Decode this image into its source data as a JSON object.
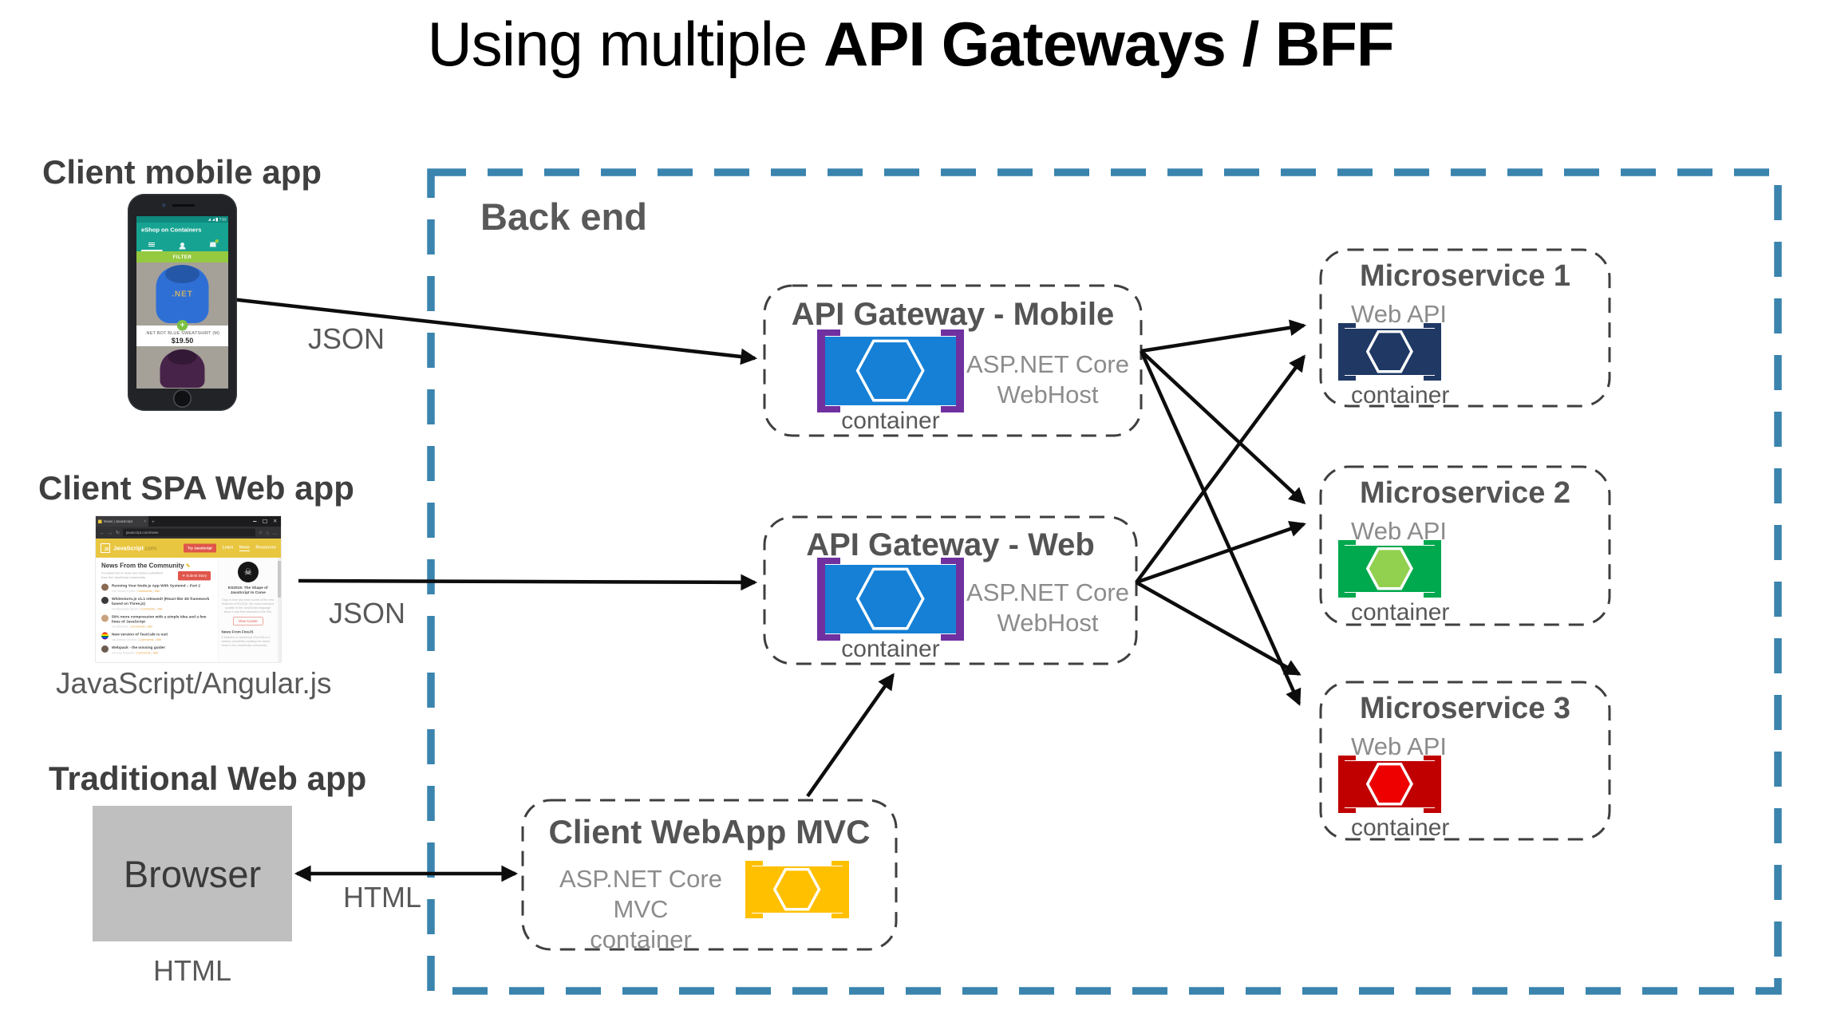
{
  "title": {
    "regular": "Using multiple ",
    "bold": "API Gateways / BFF"
  },
  "labels": {
    "client_mobile": "Client mobile app",
    "client_spa": "Client SPA Web app",
    "client_traditional": "Traditional Web app",
    "spa_caption": "JavaScript/Angular.js",
    "traditional_box": "Browser",
    "traditional_caption": "HTML",
    "backend": "Back end",
    "json_mobile": "JSON",
    "json_spa": "JSON",
    "html_arrow": "HTML"
  },
  "gateways": [
    {
      "title": "API Gateway - Mobile",
      "runtime_line1": "ASP.NET Core",
      "runtime_line2": "WebHost",
      "container_label": "container"
    },
    {
      "title": "API Gateway - Web",
      "runtime_line1": "ASP.NET Core",
      "runtime_line2": "WebHost",
      "container_label": "container"
    }
  ],
  "mvc": {
    "title": "Client WebApp MVC",
    "runtime_line1": "ASP.NET Core MVC",
    "runtime_line2": "container"
  },
  "microservices": [
    {
      "title": "Microservice 1",
      "subtitle": "Web API",
      "container_label": "container"
    },
    {
      "title": "Microservice 2",
      "subtitle": "Web API",
      "container_label": "container"
    },
    {
      "title": "Microservice 3",
      "subtitle": "Web API",
      "container_label": "container"
    }
  ],
  "colors": {
    "backend_border": "#3A84AE",
    "box_border": "#3F3F3F",
    "gateway_blue": "#1580D6",
    "bracket_purple": "#7030A0",
    "ms1_navy": "#1F3864",
    "ms2_green": "#00A84E",
    "ms2_hex_fill": "#92D050",
    "ms3_red": "#C00000",
    "ms3_hex_fill": "#EE0000",
    "mvc_amber": "#FFC000"
  },
  "phone_app": {
    "time": "7:53",
    "title": "eShop on Containers",
    "filter": "FILTER",
    "net_logo": ".NET",
    "product_name": ".NET BOT BLUE SWEATSHIRT (M)",
    "price": "$19.50",
    "add_button": "+"
  },
  "spa_site": {
    "tab_title": "News | JavaScript",
    "url": "javascript.com/news",
    "logo": "JS",
    "brand": "JavaScript",
    "brand_tld": ".com",
    "try_button": "Try JavaScript",
    "nav": [
      "Learn",
      "News",
      "Resources"
    ],
    "heading": "News From the Community",
    "subheading": "A curated list of news and stories submitted from the JavaScript community.",
    "submit_button": "✈ Submit Story",
    "sep": "|",
    "news": [
      {
        "title": "Running Your Node.js App With Systemd – Part 2",
        "via": "via Tierney Cyren",
        "link1": "Comments",
        "link2": "Site"
      },
      {
        "title": "Whitestorm.js v1.1 released! (React-like 3D framework based on Three.js)",
        "via": "via Alexander Buzin",
        "link1": "Comments",
        "link2": "Site"
      },
      {
        "title": "50% more compression with a simple idea and a few lines of JavaScript",
        "via": "via arhuman",
        "link1": "Comments",
        "link2": "Site"
      },
      {
        "title": "New version of TestCafe is out!",
        "via": "via Andrey Churkin",
        "link1": "Comments",
        "link2": "Site"
      },
      {
        "title": "Webpack - the missing guide!",
        "via": "via Guy Mograbi",
        "link1": "Comments",
        "link2": "Site"
      }
    ],
    "sidebar": {
      "course_title": "ES2015: The Shape of JavaScript to Come",
      "course_text": "Stay in tune and learn some of the new features of ES2015, the most extensive update to the JavaScript language since it was first released in the 90s.",
      "course_button": "View Course",
      "newsletter_title": "News From FiveJS",
      "newsletter_text": "5 Minutes of JavaScript (FiveJS) is a weekly newsletter curating the latest news in the JavaScript community."
    }
  },
  "icons": {
    "skull": "☠",
    "pencil": "✎",
    "star": "☆",
    "home": "⌂",
    "more": "…",
    "back": "←",
    "forward": "→",
    "reload": "↻",
    "newtab": "+",
    "close": "×"
  }
}
